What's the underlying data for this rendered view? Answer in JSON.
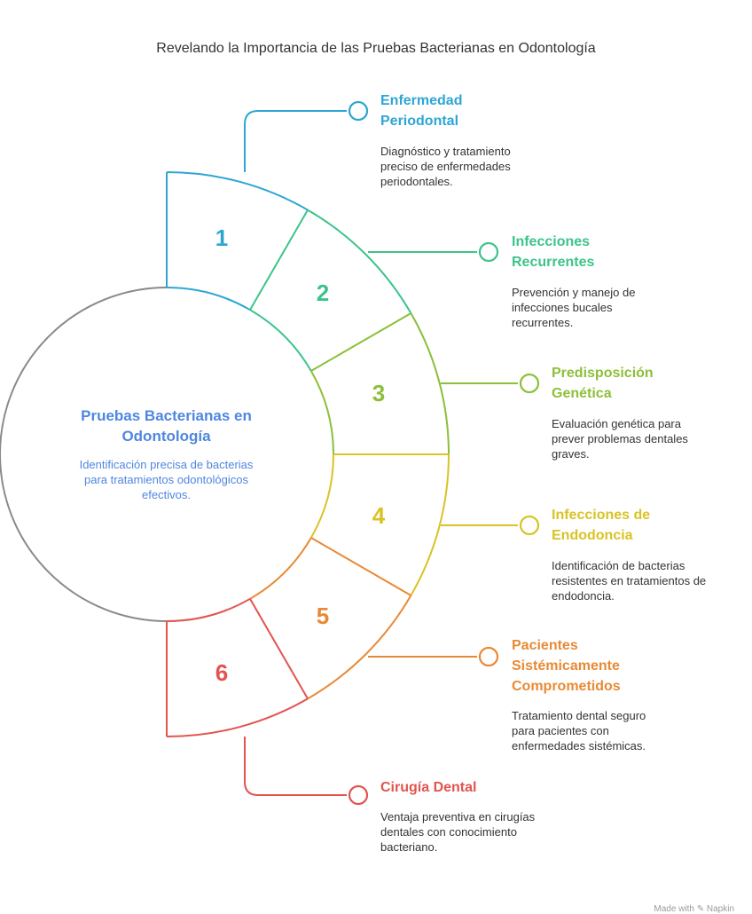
{
  "title": "Revelando la Importancia de las Pruebas Bacterianas en Odontología",
  "center": {
    "title": "Pruebas Bacterianas en Odontología",
    "description": "Identificación precisa de bacterias para tratamientos odontológicos efectivos.",
    "color": "#4f86e0"
  },
  "items": [
    {
      "number": "1",
      "title": "Enfermedad Periodontal",
      "description": "Diagnóstico y tratamiento preciso de enfermedades periodontales.",
      "color": "#2da6d4"
    },
    {
      "number": "2",
      "title": "Infecciones Recurrentes",
      "description": "Prevención y manejo de infecciones bucales recurrentes.",
      "color": "#3cc48a"
    },
    {
      "number": "3",
      "title": "Predisposición Genética",
      "description": "Evaluación genética para prever problemas dentales graves.",
      "color": "#8cbf3a"
    },
    {
      "number": "4",
      "title": "Infecciones de Endodoncia",
      "description": "Identificación de bacterias resistentes en tratamientos de endodoncia.",
      "color": "#d9c325"
    },
    {
      "number": "5",
      "title": "Pacientes Sistémicamente Comprometidos",
      "description": "Tratamiento dental seguro para pacientes con enfermedades sistémicas.",
      "color": "#e88a35"
    },
    {
      "number": "6",
      "title": "Cirugía Dental",
      "description": "Ventaja preventiva en cirugías dentales con conocimiento bacteriano.",
      "color": "#e2544f"
    }
  ],
  "footer": "Made with ✎ Napkin"
}
